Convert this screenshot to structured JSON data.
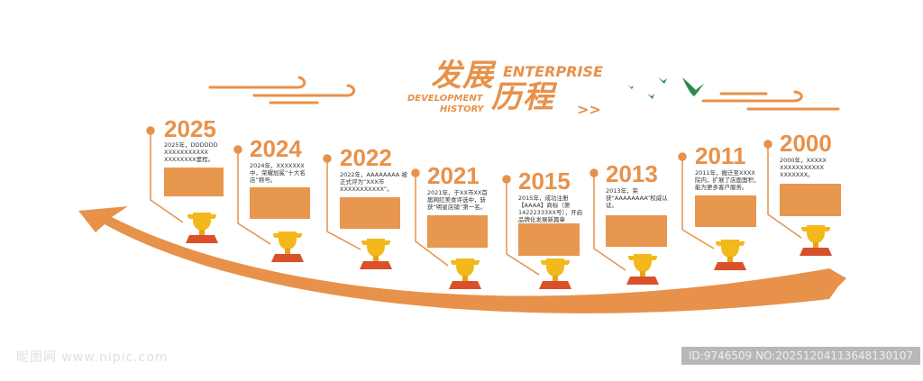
{
  "header": {
    "title_zh_1": "发展",
    "title_zh_2": "历程",
    "title_en_1": "ENTERPRISE",
    "title_en_2": "DEVELOPMENT",
    "title_en_3": "HISTORY",
    "chevrons": ">>"
  },
  "milestones": [
    {
      "year": "2025",
      "text": "2025年，DDDDDD XXXXXXXXXXX XXXXXXXX里程。"
    },
    {
      "year": "2024",
      "text": "2024年，XXXXXXX中，荣耀加冕“十大名店”称号。"
    },
    {
      "year": "2022",
      "text": "2022年，AAAAAAAA 被正式评为“XXX市 XXXXXXXXXXX”。"
    },
    {
      "year": "2021",
      "text": "2021年，于XX市XX首届网红美食评选中，斩获“明星店铺”第一名。"
    },
    {
      "year": "2015",
      "text": "2015年，成功注册【AAAA】商标（第14222333XX号），开启品牌化发展新篇章"
    },
    {
      "year": "2013",
      "text": "2013年，荣获“AAAAAAAA”权威认证。"
    },
    {
      "year": "2011",
      "text": "2011年，搬迁至XXXX院内，扩展了店面面积，能为更多客户服务。"
    },
    {
      "year": "2000",
      "text": "2000年，XXXXX XXXXXXXXXXX XXXXXXX。"
    }
  ],
  "watermark": {
    "left": "昵图网 www.nipic.com",
    "right": "ID:9746509 NO:20251204113648130107"
  },
  "colors": {
    "accent": "#e8914a",
    "box": "#e8974f",
    "trophy": "#f2b81c",
    "base": "#d9502a",
    "bird": "#2e8a4a"
  }
}
